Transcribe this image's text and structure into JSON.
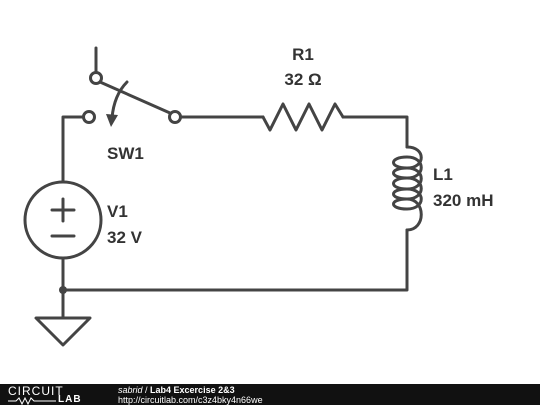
{
  "circuit": {
    "switch": {
      "name": "SW1"
    },
    "resistor": {
      "name": "R1",
      "value": "32 Ω"
    },
    "inductor": {
      "name": "L1",
      "value": "320 mH"
    },
    "source": {
      "name": "V1",
      "value": "32 V",
      "plus": "+",
      "minus": "−"
    }
  },
  "footer": {
    "logo_top": "CIRCUIT",
    "logo_bottom": "LAB",
    "author": "sabrid",
    "separator": " / ",
    "title": "Lab4 Excercise 2&3",
    "url": "http://circuitlab.com/c3z4bky4n66we"
  },
  "colors": {
    "wire": "#444444",
    "label": "#333333",
    "footer_bg": "#111111",
    "footer_text": "#ffffff"
  }
}
